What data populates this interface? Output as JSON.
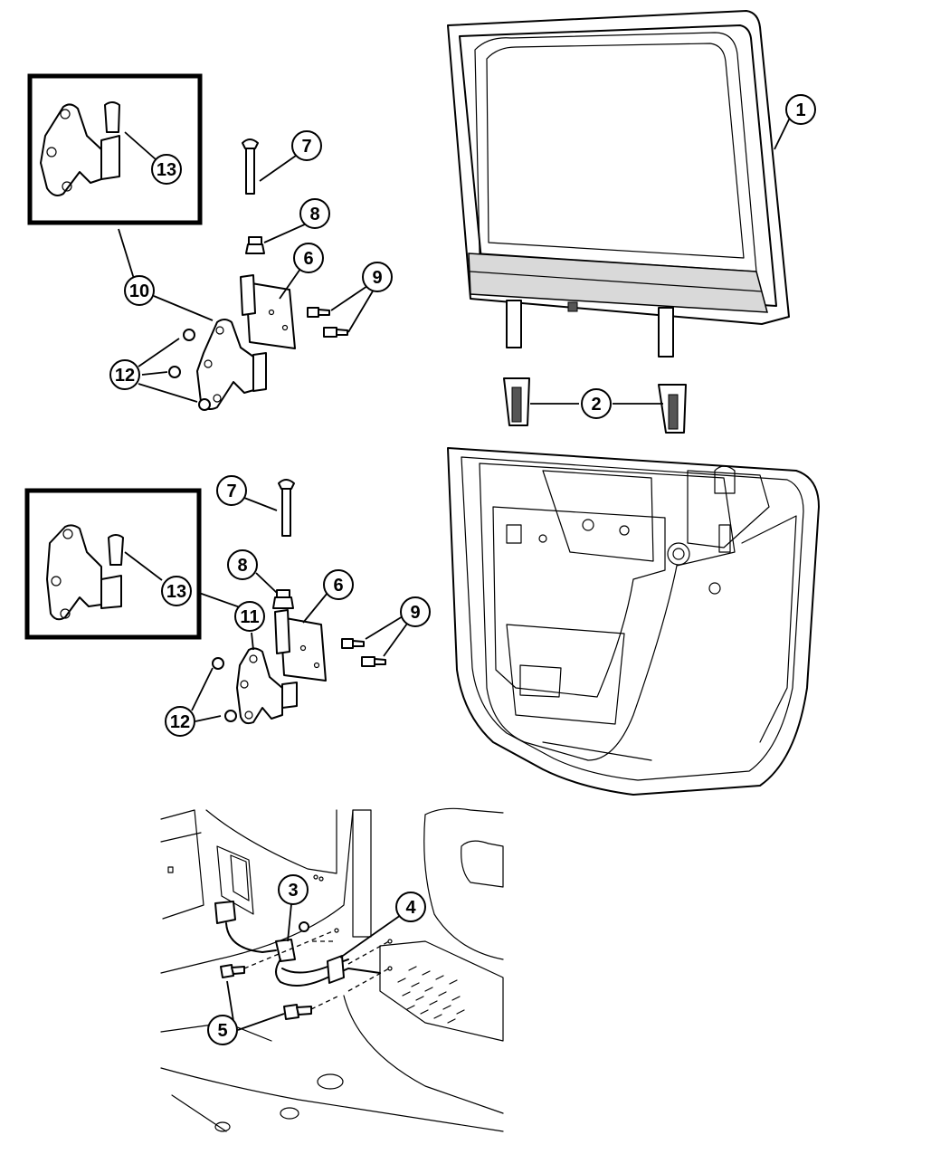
{
  "callouts": {
    "c1": "1",
    "c2": "2",
    "c3": "3",
    "c4": "4",
    "c5": "5",
    "c6a": "6",
    "c6b": "6",
    "c7a": "7",
    "c7b": "7",
    "c8a": "8",
    "c8b": "8",
    "c9a": "9",
    "c9b": "9",
    "c10": "10",
    "c11": "11",
    "c12a": "12",
    "c12b": "12",
    "c13a": "13",
    "c13b": "13"
  }
}
